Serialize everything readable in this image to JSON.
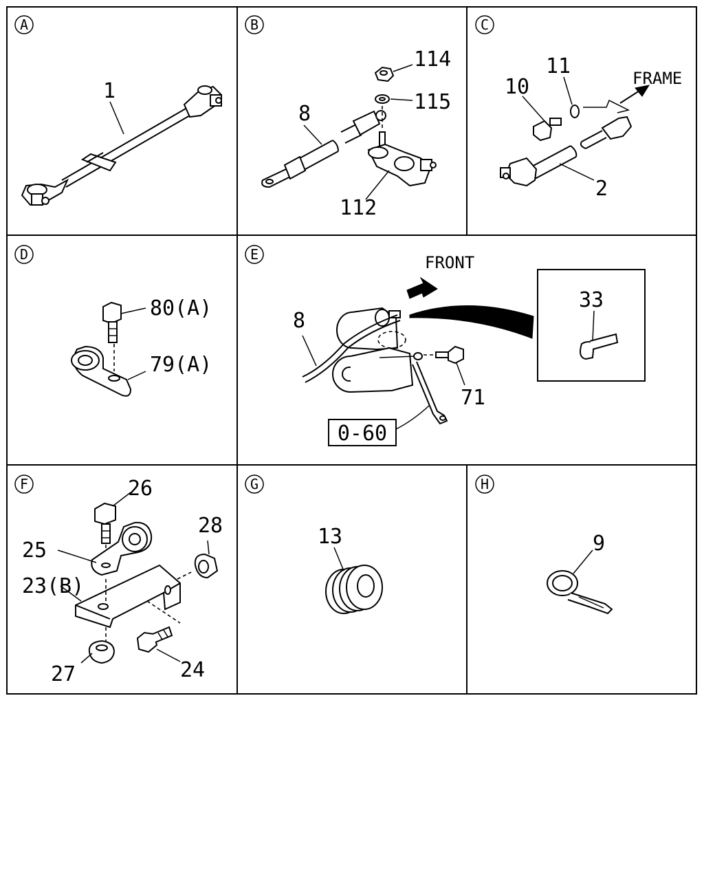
{
  "panels": {
    "A": {
      "letter": "A",
      "labels": {
        "p1": "1"
      }
    },
    "B": {
      "letter": "B",
      "labels": {
        "p8": "8",
        "p114": "114",
        "p115": "115",
        "p112": "112"
      }
    },
    "C": {
      "letter": "C",
      "labels": {
        "p10": "10",
        "p11": "11",
        "p2": "2",
        "frame": "FRAME"
      }
    },
    "D": {
      "letter": "D",
      "labels": {
        "p80": "80(A)",
        "p79": "79(A)"
      }
    },
    "E": {
      "letter": "E",
      "labels": {
        "front": "FRONT",
        "p8": "8",
        "p33": "33",
        "p71": "71",
        "ref": "0-60"
      }
    },
    "F": {
      "letter": "F",
      "labels": {
        "p26": "26",
        "p28": "28",
        "p25": "25",
        "p23": "23(B)",
        "p27": "27",
        "p24": "24"
      }
    },
    "G": {
      "letter": "G",
      "labels": {
        "p13": "13"
      }
    },
    "H": {
      "letter": "H",
      "labels": {
        "p9": "9"
      }
    }
  }
}
